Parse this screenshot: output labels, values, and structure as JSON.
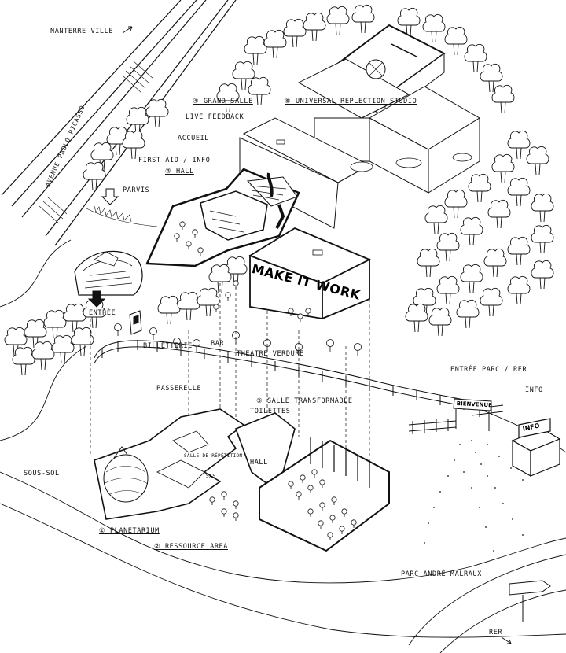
{
  "labels": {
    "nanterre": "NANTERRE VILLE",
    "avenue": "AVENUE PABLO PICASSO",
    "grand_salle": "④ GRAND SALLE",
    "studio": "⑥ UNIVERSAL REPLECTION STUDIO",
    "live_feedback": "LIVE FEEDBACK",
    "accueil": "ACCUEIL",
    "first_aid": "FIRST AID / INFO",
    "hall_top": "③ HALL",
    "parvis": "PARVIS",
    "entree": "ENTRÉE",
    "billetterie": "BILLETTERIE",
    "bar": "BAR",
    "theatre": "THEATRE VERDURE",
    "passerelle": "PASSERELLE",
    "salle_transformable": "⑤ SALLE TRANSFORMABLE",
    "toilettes": "TOILETTES",
    "hall_bottom": "HALL",
    "sous_sol": "SOUS-SOL",
    "planetarium": "① PLANETARIUM",
    "ressource": "② RESSOURCE AREA",
    "salle_repetition": "SALLE DE RÉPÉTITION",
    "sas": "SAS",
    "entree_parc": "ENTRÉE PARC / RER",
    "info": "INFO",
    "parc": "PARC ANDRÉ MALRAUX",
    "rer": "RER"
  },
  "building_sign": "MAKE IT WORK",
  "bienvenue_sign": "BIENVENUE",
  "info_booth_sign": "INFO",
  "icons": [
    "north-arrow-icon",
    "direction-arrow-icon",
    "signpost-icon"
  ]
}
